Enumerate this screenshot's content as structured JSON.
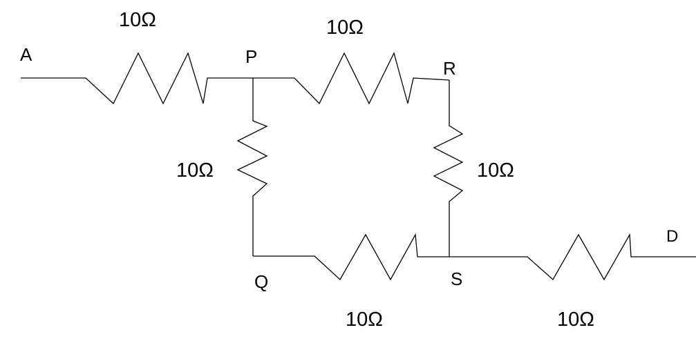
{
  "nodes": {
    "A": "A",
    "P": "P",
    "R": "R",
    "Q": "Q",
    "S": "S",
    "D": "D"
  },
  "resistors": {
    "AP": "10Ω",
    "PR": "10Ω",
    "PQ": "10Ω",
    "RS": "10Ω",
    "QS": "10Ω",
    "SD": "10Ω"
  },
  "colors": {
    "line": "#000000",
    "background": "#ffffff"
  }
}
